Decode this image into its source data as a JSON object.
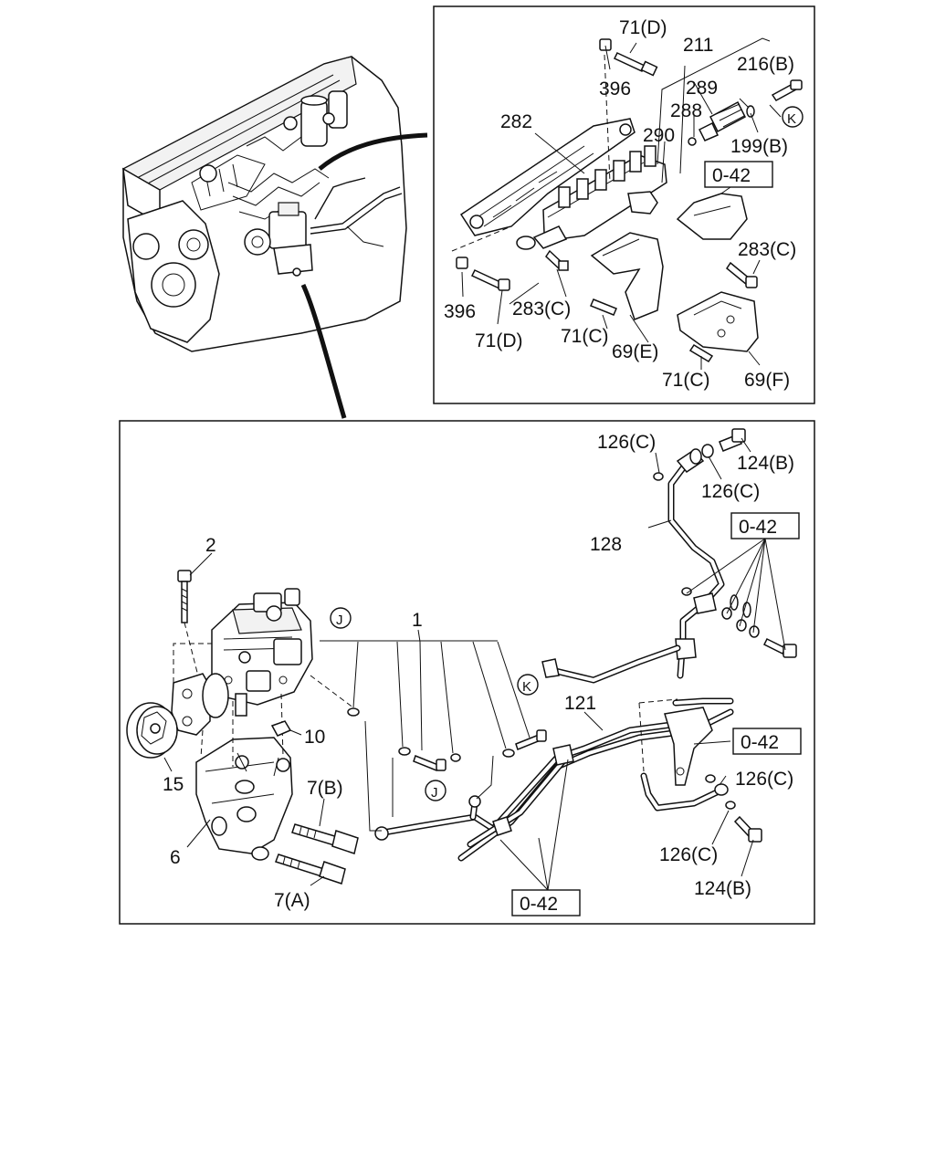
{
  "labels": {
    "l71d_top": "71(D)",
    "l211": "211",
    "l216b": "216(B)",
    "l396_top": "396",
    "l289": "289",
    "l288": "288",
    "lK_top": "K",
    "l282": "282",
    "l290": "290",
    "l199b": "199(B)",
    "l042_top": "0-42",
    "l283c_right": "283(C)",
    "l396_bot": "396",
    "l283c_mid": "283(C)",
    "l71d_bot": "71(D)",
    "l71c_mid": "71(C)",
    "l69e": "69(E)",
    "l71c_bot": "71(C)",
    "l69f": "69(F)",
    "l126c_a": "126(C)",
    "l124b_top": "124(B)",
    "l126c_b": "126(C)",
    "l128": "128",
    "l042_r1": "0-42",
    "l2": "2",
    "lJ_1": "J",
    "l1": "1",
    "lK_2": "K",
    "l121": "121",
    "l10": "10",
    "l042_r2": "0-42",
    "l126c_c": "126(C)",
    "l15": "15",
    "lJ_2": "J",
    "l7b": "7(B)",
    "l6": "6",
    "l126c_d": "126(C)",
    "l7a": "7(A)",
    "l124b_bot": "124(B)",
    "l042_bottom": "0-42"
  }
}
